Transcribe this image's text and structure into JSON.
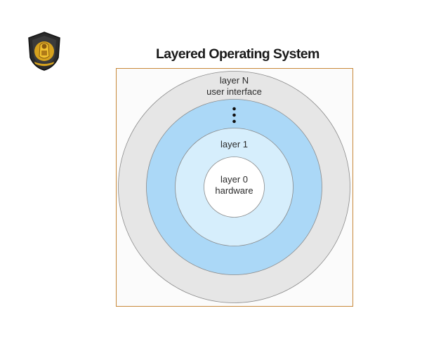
{
  "slide": {
    "title": "Layered Operating System"
  },
  "diagram": {
    "layers": [
      {
        "line1": "layer N",
        "line2": "user interface",
        "color": "#e6e6e6"
      },
      {
        "line1": "",
        "line2": "",
        "color": "#abd8f7",
        "ellipsis": "•••"
      },
      {
        "line1": "layer 1",
        "line2": "",
        "color": "#d6eefc"
      },
      {
        "line1": "layer 0",
        "line2": "hardware",
        "color": "#ffffff"
      }
    ],
    "frame_color": "#c8893a",
    "ring_stroke": "#8a8a8a"
  },
  "logo": {
    "icon": "university-crest-icon"
  }
}
